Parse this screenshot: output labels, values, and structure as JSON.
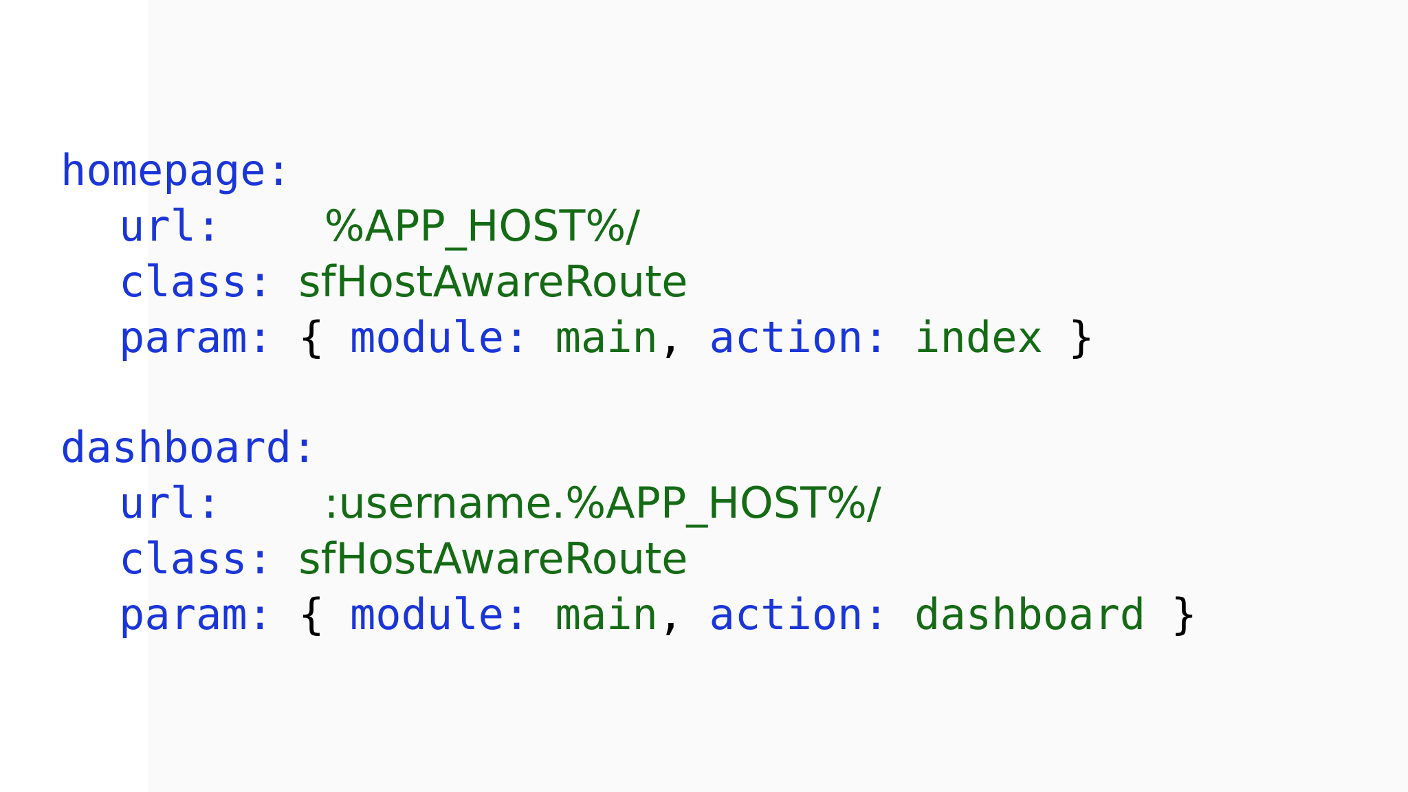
{
  "document": {
    "kind": "yaml-routing-config",
    "colors": {
      "key": "#1a35d8",
      "value": "#156b15",
      "punctuation": "#000000",
      "background": "#ffffff",
      "band": "#fafafa"
    }
  },
  "lines": [
    {
      "id": "homepage-header",
      "indent": false,
      "tokens": [
        {
          "text": "homepage:",
          "role": "key",
          "font": "mono"
        }
      ]
    },
    {
      "id": "homepage-url",
      "indent": true,
      "tokens": [
        {
          "text": "url:",
          "role": "key",
          "font": "mono"
        },
        {
          "text": "    ",
          "role": "punct",
          "font": "mono"
        },
        {
          "text": "%APP_HOST%/",
          "role": "value",
          "font": "sans"
        }
      ]
    },
    {
      "id": "homepage-class",
      "indent": true,
      "tokens": [
        {
          "text": "class:",
          "role": "key",
          "font": "mono"
        },
        {
          "text": " ",
          "role": "punct",
          "font": "mono"
        },
        {
          "text": "sfHostAwareRoute",
          "role": "value",
          "font": "sans"
        }
      ]
    },
    {
      "id": "homepage-param",
      "indent": true,
      "tokens": [
        {
          "text": "param:",
          "role": "key",
          "font": "mono"
        },
        {
          "text": " ",
          "role": "punct",
          "font": "mono"
        },
        {
          "text": "{",
          "role": "punct",
          "font": "mono"
        },
        {
          "text": " ",
          "role": "punct",
          "font": "mono"
        },
        {
          "text": "module:",
          "role": "key",
          "font": "mono"
        },
        {
          "text": " ",
          "role": "punct",
          "font": "mono"
        },
        {
          "text": "main",
          "role": "value",
          "font": "mono"
        },
        {
          "text": ",",
          "role": "punct",
          "font": "mono"
        },
        {
          "text": " ",
          "role": "punct",
          "font": "mono"
        },
        {
          "text": "action:",
          "role": "key",
          "font": "mono"
        },
        {
          "text": " ",
          "role": "punct",
          "font": "mono"
        },
        {
          "text": "index",
          "role": "value",
          "font": "mono"
        },
        {
          "text": " ",
          "role": "punct",
          "font": "mono"
        },
        {
          "text": "}",
          "role": "punct",
          "font": "mono"
        }
      ]
    },
    {
      "id": "spacer",
      "indent": false,
      "tokens": []
    },
    {
      "id": "dashboard-header",
      "indent": false,
      "tokens": [
        {
          "text": "dashboard:",
          "role": "key",
          "font": "mono"
        }
      ]
    },
    {
      "id": "dashboard-url",
      "indent": true,
      "tokens": [
        {
          "text": "url:",
          "role": "key",
          "font": "mono"
        },
        {
          "text": "    ",
          "role": "punct",
          "font": "mono"
        },
        {
          "text": ":username.%APP_HOST%/",
          "role": "value",
          "font": "sans"
        }
      ]
    },
    {
      "id": "dashboard-class",
      "indent": true,
      "tokens": [
        {
          "text": "class:",
          "role": "key",
          "font": "mono"
        },
        {
          "text": " ",
          "role": "punct",
          "font": "mono"
        },
        {
          "text": "sfHostAwareRoute",
          "role": "value",
          "font": "sans"
        }
      ]
    },
    {
      "id": "dashboard-param",
      "indent": true,
      "tokens": [
        {
          "text": "param:",
          "role": "key",
          "font": "mono"
        },
        {
          "text": " ",
          "role": "punct",
          "font": "mono"
        },
        {
          "text": "{",
          "role": "punct",
          "font": "mono"
        },
        {
          "text": " ",
          "role": "punct",
          "font": "mono"
        },
        {
          "text": "module:",
          "role": "key",
          "font": "mono"
        },
        {
          "text": " ",
          "role": "punct",
          "font": "mono"
        },
        {
          "text": "main",
          "role": "value",
          "font": "mono"
        },
        {
          "text": ",",
          "role": "punct",
          "font": "mono"
        },
        {
          "text": " ",
          "role": "punct",
          "font": "mono"
        },
        {
          "text": "action:",
          "role": "key",
          "font": "mono"
        },
        {
          "text": " ",
          "role": "punct",
          "font": "mono"
        },
        {
          "text": "dashboard",
          "role": "value",
          "font": "mono"
        },
        {
          "text": " ",
          "role": "punct",
          "font": "mono"
        },
        {
          "text": "}",
          "role": "punct",
          "font": "mono"
        }
      ]
    }
  ]
}
